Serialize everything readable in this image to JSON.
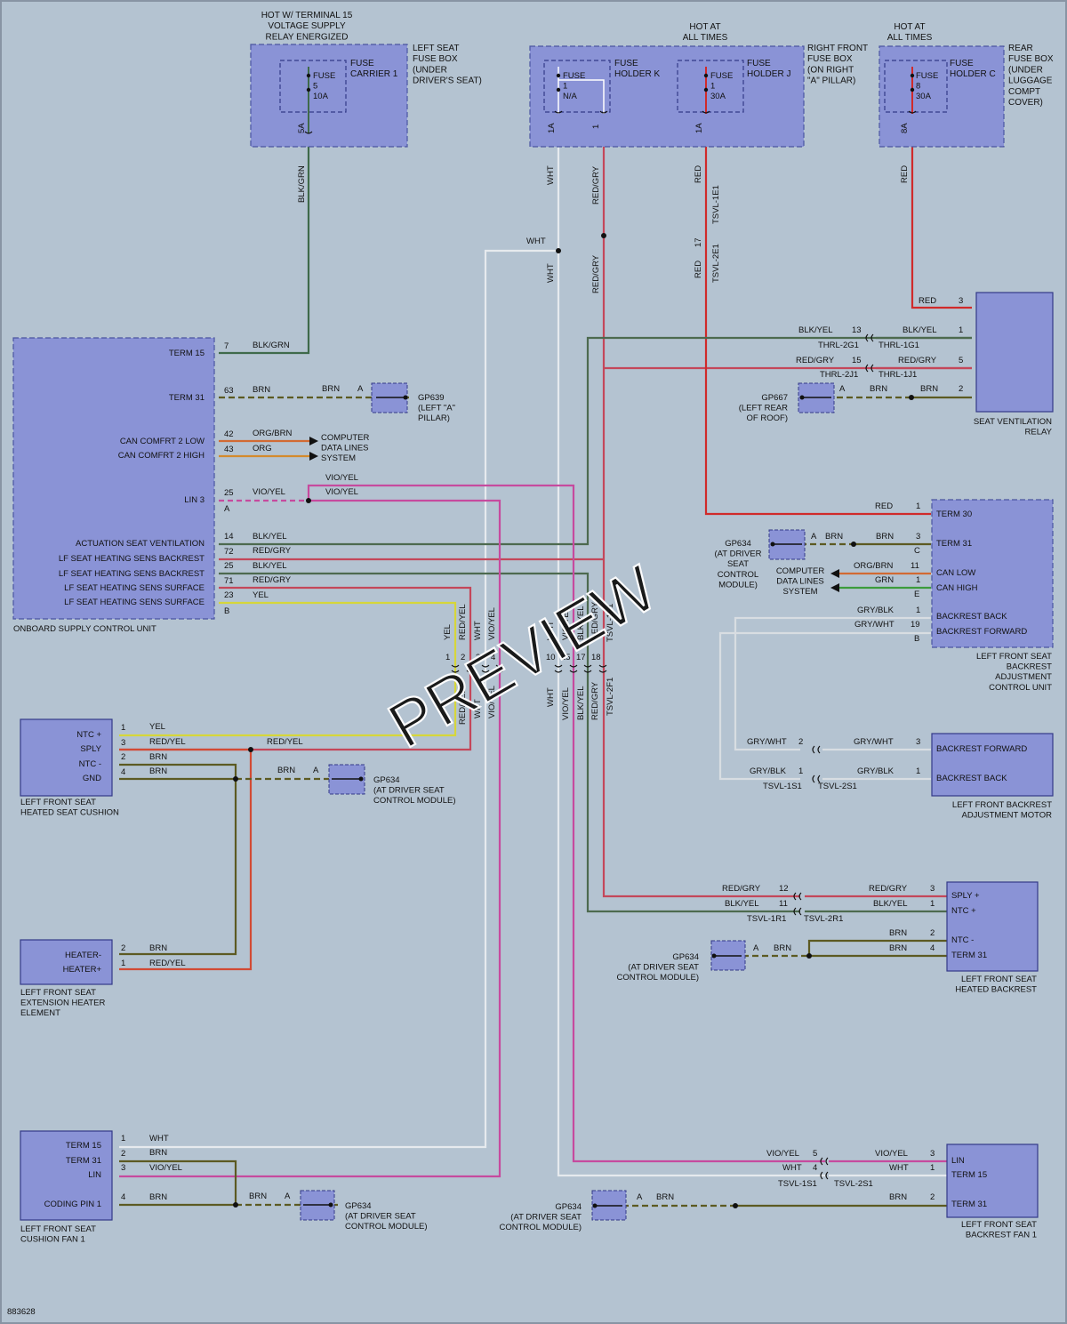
{
  "watermark": "PREVIEW",
  "figure_id": "883628",
  "power_sources": {
    "term15_relay": "HOT W/ TERMINAL 15\nVOLTAGE SUPPLY\nRELAY ENERGIZED",
    "hot_all_times_1": "HOT AT\nALL TIMES",
    "hot_all_times_2": "HOT AT\nALL TIMES"
  },
  "fuse_boxes": {
    "left_seat": {
      "label": "LEFT SEAT\nFUSE BOX\n(UNDER\nDRIVER'S SEAT)",
      "holder": "FUSE\nCARRIER 1",
      "fuse": "FUSE\n5\n10A",
      "pin": "5A"
    },
    "right_front": {
      "label": "RIGHT FRONT\nFUSE BOX\n(ON RIGHT\n\"A\" PILLAR)",
      "holder_k": "FUSE\nHOLDER K",
      "fuse_k": "FUSE\n1\nN/A",
      "pin_k1": "1A",
      "pin_k2": "1",
      "holder_j": "FUSE\nHOLDER J",
      "fuse_j": "FUSE\n1\n30A",
      "pin_j": "1A"
    },
    "rear": {
      "label": "REAR\nFUSE BOX\n(UNDER\nLUGGAGE\nCOMPT\nCOVER)",
      "holder": "FUSE\nHOLDER C",
      "fuse": "FUSE\n8\n30A",
      "pin": "8A"
    }
  },
  "wires": {
    "blk_grn": "BLK/GRN",
    "wht": "WHT",
    "red_gry": "RED/GRY",
    "red": "RED",
    "brn": "BRN",
    "org_brn": "ORG/BRN",
    "org": "ORG",
    "vio_yel": "VIO/YEL",
    "blk_yel": "BLK/YEL",
    "yel": "YEL",
    "red_yel": "RED/YEL",
    "gry_blk": "GRY/BLK",
    "gry_wht": "GRY/WHT",
    "grn": "GRN",
    "tsvl_1e1": "TSVL-1E1",
    "tsvl_2e1": "TSVL-2E1",
    "tsvl_2f1": "TSVL-2F1",
    "tsvl_1f1": "TSVL-1F1",
    "thrl_2g1": "THRL-2G1",
    "thrl_1g1": "THRL-1G1",
    "thrl_2j1": "THRL-2J1",
    "thrl_1j1": "THRL-1J1",
    "tsvl_1s1": "TSVL-1S1",
    "tsvl_2s1": "TSVL-2S1",
    "tsvl_1r1": "TSVL-1R1",
    "tsvl_2r1": "TSVL-2R1"
  },
  "onboard_unit": {
    "name": "ONBOARD SUPPLY CONTROL UNIT",
    "pins": [
      {
        "label": "TERM 15",
        "num": "7"
      },
      {
        "label": "TERM 31",
        "num": "63"
      },
      {
        "label": "CAN COMFRT 2 LOW",
        "num": "42"
      },
      {
        "label": "CAN COMFRT 2 HIGH",
        "num": "43"
      },
      {
        "label": "LIN 3",
        "num": "25"
      },
      {
        "label": "ACTUATION SEAT VENTILATION",
        "num": "14"
      },
      {
        "label": "LF SEAT HEATING SENS BACKREST",
        "num": "72"
      },
      {
        "label": "LF SEAT HEATING SENS BACKREST",
        "num": "25"
      },
      {
        "label": "LF SEAT HEATING SENS SURFACE",
        "num": "71"
      },
      {
        "label": "LF SEAT HEATING SENS SURFACE",
        "num": "23"
      }
    ],
    "conn_a": "A",
    "conn_b": "B"
  },
  "computer_data": "COMPUTER\nDATA LINES\nSYSTEM",
  "grounds": {
    "gp639": "GP639\n(LEFT \"A\"\nPILLAR)",
    "gp667": "GP667\n(LEFT REAR\nOF ROOF)",
    "gp634": "GP634\n(AT DRIVER\nSEAT\nCONTROL\nMODULE)",
    "gp634b": "GP634\n(AT DRIVER SEAT\nCONTROL MODULE)",
    "pin_a": "A"
  },
  "vent_relay": {
    "name": "SEAT VENTILATION\nRELAY",
    "pins": [
      "3",
      "1",
      "5",
      "2"
    ],
    "inner": [
      "13",
      "15"
    ]
  },
  "backrest_ctrl": {
    "name": "LEFT FRONT SEAT\nBACKREST\nADJUSTMENT\nCONTROL UNIT",
    "pins": [
      {
        "label": "TERM 30",
        "num": "1"
      },
      {
        "label": "TERM 31",
        "num": "3"
      },
      {
        "label": "CAN LOW",
        "num": "11"
      },
      {
        "label": "CAN HIGH",
        "num": "1"
      },
      {
        "label": "BACKREST BACK",
        "num": "1"
      },
      {
        "label": "BACKREST FORWARD",
        "num": "19"
      }
    ],
    "conn_c": "C",
    "conn_e": "E",
    "conn_b": "B"
  },
  "backrest_motor": {
    "name": "LEFT FRONT BACKREST\nADJUSTMENT MOTOR",
    "pins": [
      {
        "label": "BACKREST FORWARD",
        "num": "3",
        "in": "2"
      },
      {
        "label": "BACKREST BACK",
        "num": "1",
        "in": "1"
      }
    ]
  },
  "heated_backrest": {
    "name": "LEFT FRONT SEAT\nHEATED BACKREST",
    "pins": [
      {
        "label": "SPLY +",
        "num": "3",
        "in": "12"
      },
      {
        "label": "NTC +",
        "num": "1",
        "in": "11"
      },
      {
        "label": "NTC -",
        "num": "2"
      },
      {
        "label": "TERM 31",
        "num": "4"
      }
    ]
  },
  "backrest_fan": {
    "name": "LEFT FRONT SEAT\nBACKREST FAN 1",
    "pins": [
      {
        "label": "LIN",
        "num": "3",
        "in": "5"
      },
      {
        "label": "TERM 15",
        "num": "1",
        "in": "4"
      },
      {
        "label": "TERM 31",
        "num": "2"
      }
    ]
  },
  "heated_cushion": {
    "name": "LEFT FRONT SEAT\nHEATED SEAT CUSHION",
    "pins": [
      {
        "label": "NTC +",
        "num": "1"
      },
      {
        "label": "SPLY",
        "num": "3"
      },
      {
        "label": "NTC -",
        "num": "2"
      },
      {
        "label": "GND",
        "num": "4"
      }
    ]
  },
  "ext_heater": {
    "name": "LEFT FRONT SEAT\nEXTENSION HEATER\nELEMENT",
    "pins": [
      {
        "label": "HEATER-",
        "num": "2"
      },
      {
        "label": "HEATER+",
        "num": "1"
      }
    ]
  },
  "cushion_fan": {
    "name": "LEFT FRONT SEAT\nCUSHION FAN 1",
    "pins": [
      {
        "label": "TERM 15",
        "num": "1"
      },
      {
        "label": "TERM 31",
        "num": "2"
      },
      {
        "label": "LIN",
        "num": "3"
      },
      {
        "label": "CODING PIN 1",
        "num": "4"
      }
    ]
  },
  "inline_conn": {
    "left": [
      "1",
      "2",
      "3",
      "4"
    ],
    "right": [
      "10",
      "15",
      "17",
      "18"
    ]
  }
}
